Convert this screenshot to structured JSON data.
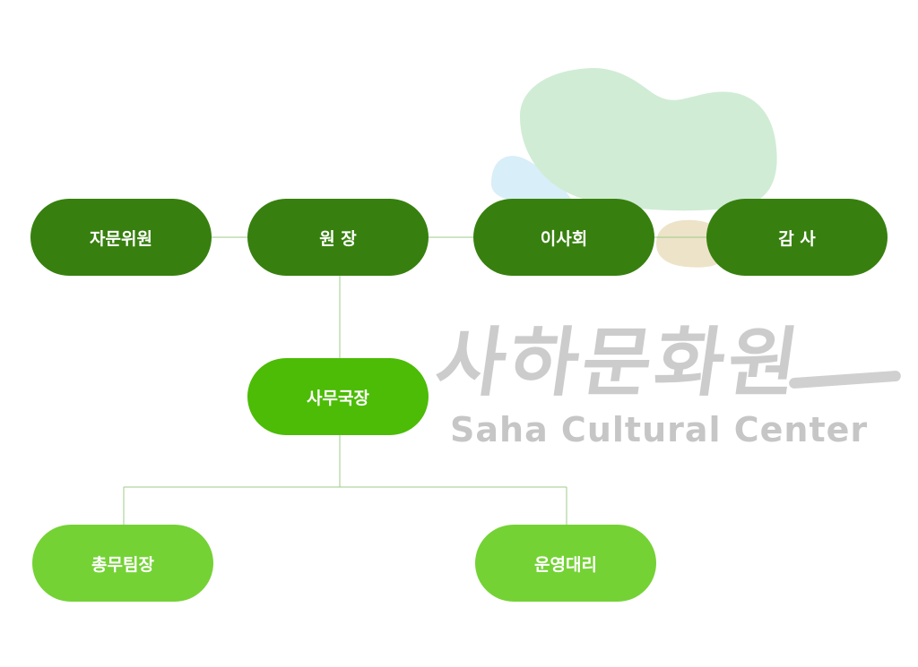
{
  "org_chart": {
    "nodes": {
      "advisory": "자문위원",
      "director": "원 장",
      "board": "이사회",
      "auditor": "감 사",
      "secretary_general": "사무국장",
      "general_affairs_lead": "총무팀장",
      "operations_deputy": "운영대리"
    }
  },
  "watermark": {
    "hangul": "사하문화원",
    "english": "Saha Cultural Center"
  },
  "colors": {
    "top_tier": "#37800f",
    "middle_tier": "#4cbc06",
    "bottom_tier": "#74d235",
    "connector": "#9ccb88",
    "watermark": "#c4c4c4",
    "logo_green": "#d0ecd5",
    "logo_blue": "#d8eef8",
    "logo_beige": "#ede3c8"
  }
}
